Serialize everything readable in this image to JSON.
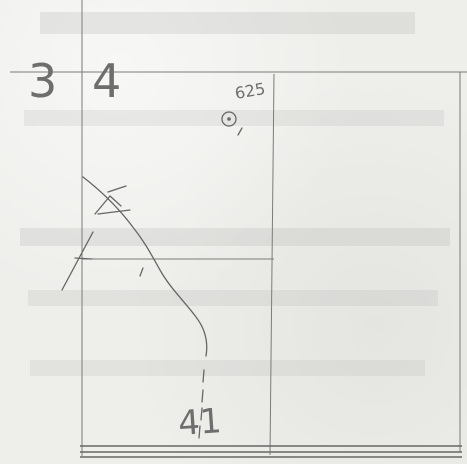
{
  "map": {
    "section_left": "3",
    "section_right": "4",
    "elevation": "625",
    "bottom_label": "41",
    "marker_icon": "circle-dot-icon",
    "colors": {
      "paper": "#eeeeeb",
      "ink": "#6e6e6e",
      "bleed": "#b9b9b9"
    }
  }
}
